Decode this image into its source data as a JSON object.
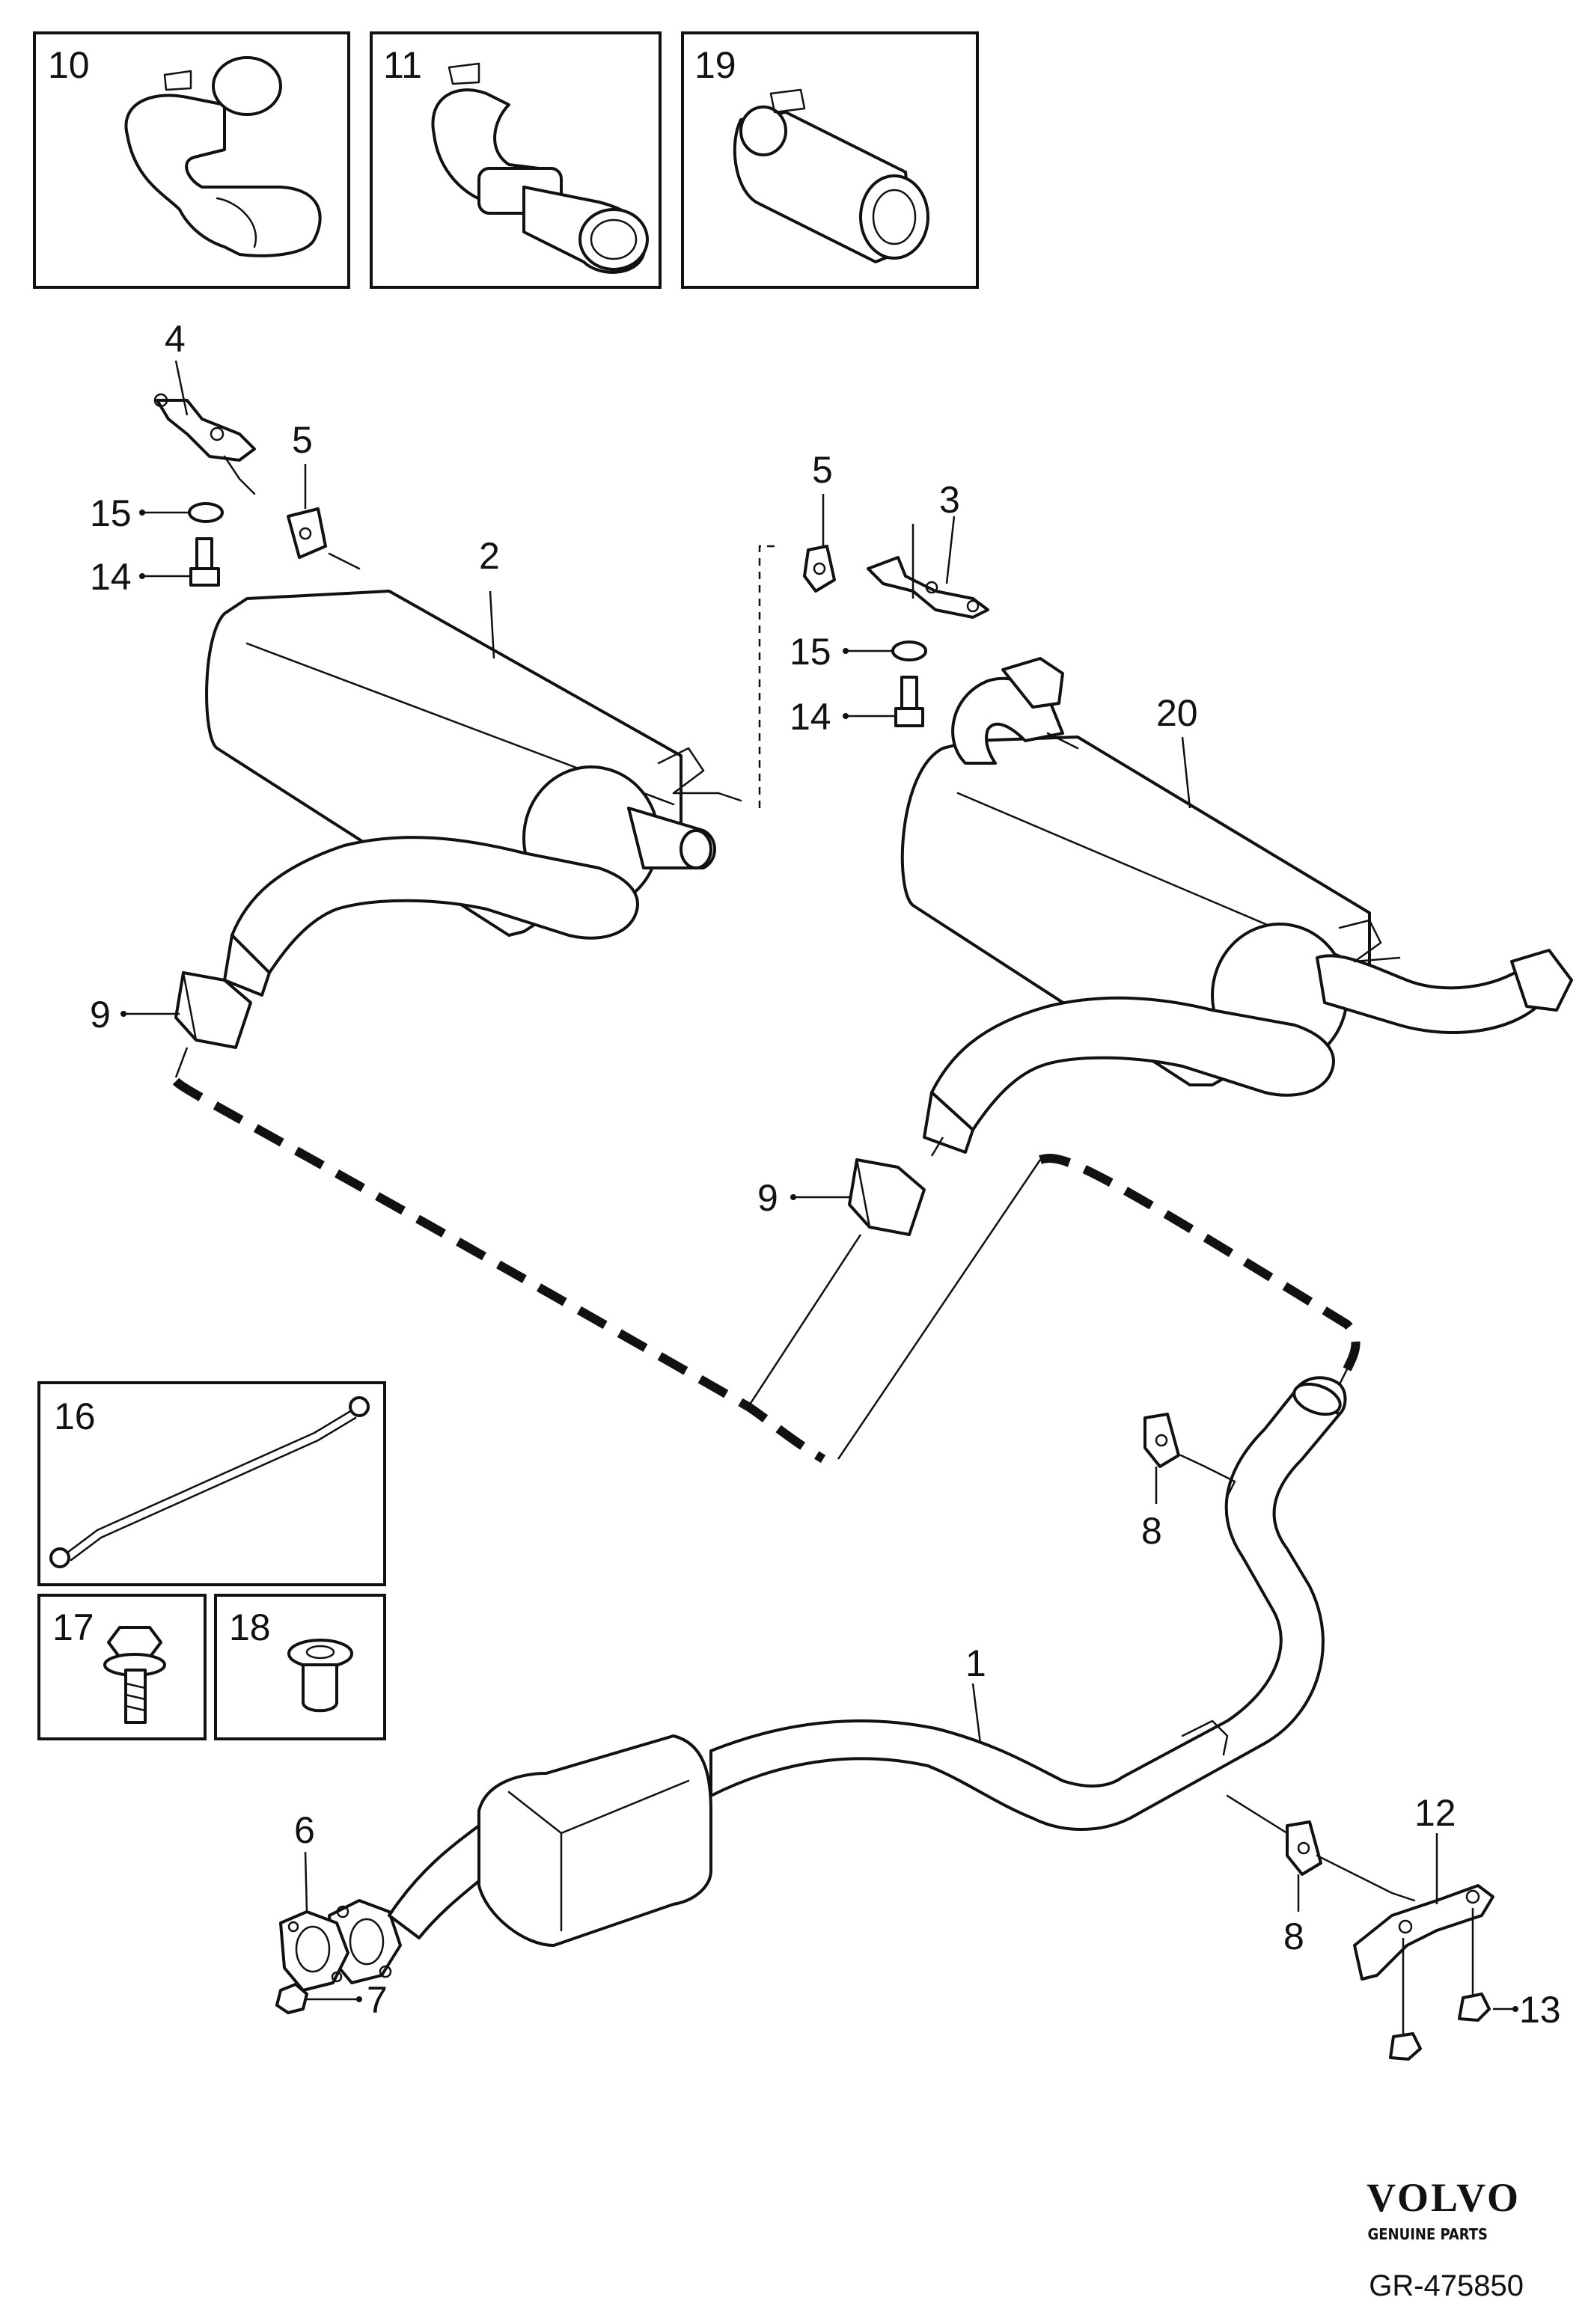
{
  "labels": {
    "p1": "1",
    "p2": "2",
    "p3": "3",
    "p4": "4",
    "p5a": "5",
    "p5b": "5",
    "p6": "6",
    "p7": "7",
    "p8a": "8",
    "p8b": "8",
    "p9a": "9",
    "p9b": "9",
    "p10": "10",
    "p11": "11",
    "p12": "12",
    "p13": "13",
    "p14a": "14",
    "p14b": "14",
    "p15a": "15",
    "p15b": "15",
    "p16": "16",
    "p17": "17",
    "p18": "18",
    "p19": "19",
    "p20": "20"
  },
  "footer": {
    "brand": "VOLVO",
    "brand_sub": "GENUINE PARTS",
    "reference": "GR-475850"
  }
}
